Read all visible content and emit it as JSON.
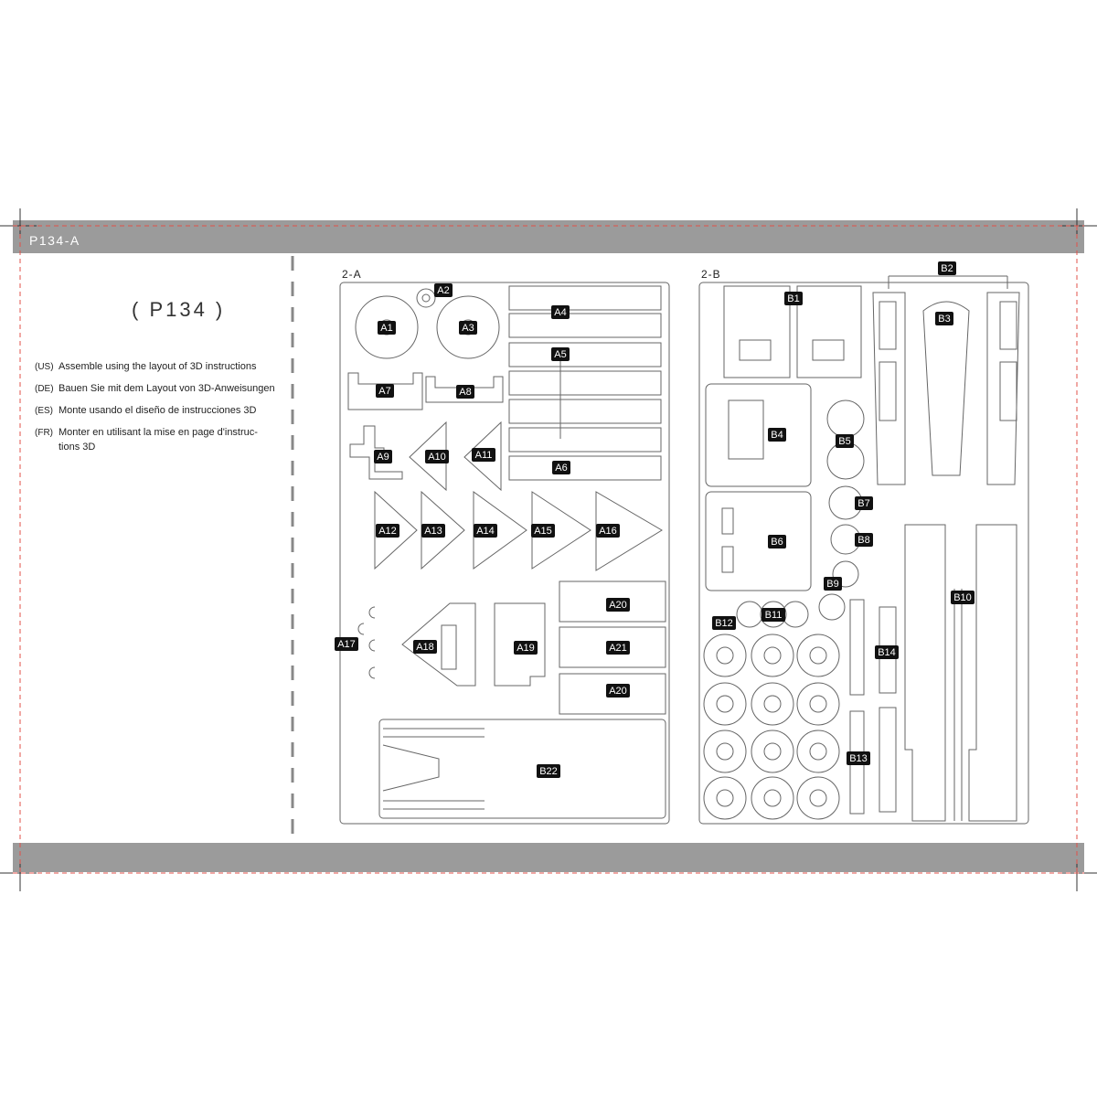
{
  "header": {
    "page_code": "P134-A"
  },
  "reference": {
    "title": "( P134 )"
  },
  "instructions": [
    {
      "lang": "(US)",
      "text": "Assemble using the layout of 3D instructions"
    },
    {
      "lang": "(DE)",
      "text": "Bauen Sie mit dem Layout von 3D-Anweisungen"
    },
    {
      "lang": "(ES)",
      "text": "Monte usando el diseño de instrucciones 3D"
    },
    {
      "lang": "(FR)",
      "text": "Monter en utilisant la mise en page d'instruc- tions 3D"
    }
  ],
  "sheets": {
    "a": {
      "label": "2-A",
      "parts": [
        "A1",
        "A2",
        "A3",
        "A4",
        "A5",
        "A6",
        "A7",
        "A8",
        "A9",
        "A10",
        "A11",
        "A12",
        "A13",
        "A14",
        "A15",
        "A16",
        "A17",
        "A18",
        "A19",
        "A20",
        "A21",
        "A20",
        "B22"
      ]
    },
    "b": {
      "label": "2-B",
      "parts": [
        "B1",
        "B2",
        "B3",
        "B4",
        "B5",
        "B6",
        "B7",
        "B8",
        "B9",
        "B10",
        "B11",
        "B12",
        "B13",
        "B14"
      ]
    }
  },
  "colors": {
    "band": "#9b9b9b",
    "cut_line": "#e0524a",
    "outline": "#666666"
  }
}
